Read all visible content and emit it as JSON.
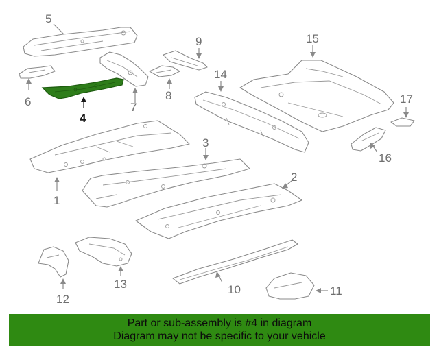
{
  "diagram": {
    "highlighted_part": "4",
    "labels": {
      "p1": "1",
      "p2": "2",
      "p3": "3",
      "p4": "4",
      "p5": "5",
      "p6": "6",
      "p7": "7",
      "p8": "8",
      "p9": "9",
      "p10": "10",
      "p11": "11",
      "p12": "12",
      "p13": "13",
      "p14": "14",
      "p15": "15",
      "p16": "16",
      "p17": "17"
    },
    "colors": {
      "highlight_fill": "#2e7d1a",
      "line": "#8a8a8a",
      "footer_bg": "#2f8a12"
    }
  },
  "footer": {
    "line1": "Part or sub-assembly is #4 in diagram",
    "line2": "Diagram may not be specific to your vehicle"
  }
}
